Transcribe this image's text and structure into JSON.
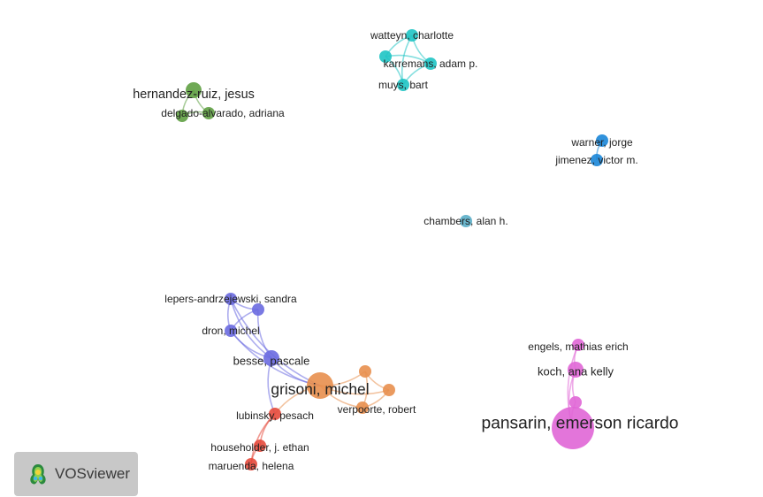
{
  "app": {
    "name": "VOSviewer"
  },
  "icons": {
    "logo": "vosviewer-logo-icon"
  },
  "clusters": {
    "green": "#5fa043",
    "cyan": "#1fc4c4",
    "blue": "#1a86d8",
    "teal": "#5aaec8",
    "purple": "#6a6ae0",
    "orange": "#e88f4e",
    "red": "#e64a3c",
    "pink": "#e066d6"
  },
  "nodes": [
    {
      "id": "hernandez",
      "label": "hernandez-ruiz, jesus",
      "cluster": "green",
      "weight": 3,
      "labelSize": 2
    },
    {
      "id": "delgado",
      "label": "delgado-alvarado, adriana",
      "cluster": "green",
      "weight": 2,
      "labelSize": 1
    },
    {
      "id": "green3",
      "label": "",
      "cluster": "green",
      "weight": 2,
      "labelSize": 0
    },
    {
      "id": "watteyn",
      "label": "watteyn, charlotte",
      "cluster": "cyan",
      "weight": 2,
      "labelSize": 1
    },
    {
      "id": "karremans",
      "label": "karremans, adam p.",
      "cluster": "cyan",
      "weight": 2,
      "labelSize": 1
    },
    {
      "id": "muys",
      "label": "muys, bart",
      "cluster": "cyan",
      "weight": 2,
      "labelSize": 1
    },
    {
      "id": "cyan4",
      "label": "",
      "cluster": "cyan",
      "weight": 2,
      "labelSize": 0
    },
    {
      "id": "warner",
      "label": "warner, jorge",
      "cluster": "blue",
      "weight": 2,
      "labelSize": 1
    },
    {
      "id": "jimenez",
      "label": "jimenez, victor m.",
      "cluster": "blue",
      "weight": 2,
      "labelSize": 1
    },
    {
      "id": "chambers",
      "label": "chambers, alan h.",
      "cluster": "teal",
      "weight": 2,
      "labelSize": 1
    },
    {
      "id": "lepers",
      "label": "lepers-andrzejewski, sandra",
      "cluster": "purple",
      "weight": 2,
      "labelSize": 1
    },
    {
      "id": "purple2",
      "label": "",
      "cluster": "purple",
      "weight": 2,
      "labelSize": 0
    },
    {
      "id": "dron",
      "label": "dron, michel",
      "cluster": "purple",
      "weight": 2,
      "labelSize": 1
    },
    {
      "id": "besse",
      "label": "besse, pascale",
      "cluster": "purple",
      "weight": 3,
      "labelSize": 1.4
    },
    {
      "id": "grisoni",
      "label": "grisoni, michel",
      "cluster": "orange",
      "weight": 5,
      "labelSize": 2.4
    },
    {
      "id": "verpoorte",
      "label": "verpoorte, robert",
      "cluster": "orange",
      "weight": 2,
      "labelSize": 1
    },
    {
      "id": "orange3",
      "label": "",
      "cluster": "orange",
      "weight": 2,
      "labelSize": 0
    },
    {
      "id": "orange4",
      "label": "",
      "cluster": "orange",
      "weight": 2,
      "labelSize": 0
    },
    {
      "id": "lubinsky",
      "label": "lubinsky, pesach",
      "cluster": "red",
      "weight": 2,
      "labelSize": 1
    },
    {
      "id": "householder",
      "label": "householder, j. ethan",
      "cluster": "red",
      "weight": 2,
      "labelSize": 1
    },
    {
      "id": "maruenda",
      "label": "maruenda, helena",
      "cluster": "red",
      "weight": 2,
      "labelSize": 1
    },
    {
      "id": "engels",
      "label": "engels, mathias erich",
      "cluster": "pink",
      "weight": 2,
      "labelSize": 1
    },
    {
      "id": "koch",
      "label": "koch, ana kelly",
      "cluster": "pink",
      "weight": 3,
      "labelSize": 1.3
    },
    {
      "id": "pink3",
      "label": "",
      "cluster": "pink",
      "weight": 2,
      "labelSize": 0
    },
    {
      "id": "pansarin",
      "label": "pansarin, emerson ricardo",
      "cluster": "pink",
      "weight": 8,
      "labelSize": 2.8
    }
  ],
  "links": [
    [
      "hernandez",
      "delgado"
    ],
    [
      "hernandez",
      "green3"
    ],
    [
      "delgado",
      "green3"
    ],
    [
      "watteyn",
      "karremans"
    ],
    [
      "watteyn",
      "muys"
    ],
    [
      "watteyn",
      "cyan4"
    ],
    [
      "karremans",
      "muys"
    ],
    [
      "karremans",
      "cyan4"
    ],
    [
      "muys",
      "cyan4"
    ],
    [
      "warner",
      "jimenez"
    ],
    [
      "lepers",
      "purple2"
    ],
    [
      "lepers",
      "dron"
    ],
    [
      "lepers",
      "besse"
    ],
    [
      "purple2",
      "dron"
    ],
    [
      "purple2",
      "besse"
    ],
    [
      "dron",
      "besse"
    ],
    [
      "besse",
      "grisoni"
    ],
    [
      "lepers",
      "grisoni"
    ],
    [
      "dron",
      "grisoni"
    ],
    [
      "grisoni",
      "verpoorte"
    ],
    [
      "grisoni",
      "orange3"
    ],
    [
      "grisoni",
      "orange4"
    ],
    [
      "verpoorte",
      "orange3"
    ],
    [
      "verpoorte",
      "orange4"
    ],
    [
      "orange3",
      "orange4"
    ],
    [
      "grisoni",
      "lubinsky"
    ],
    [
      "besse",
      "lubinsky"
    ],
    [
      "lubinsky",
      "householder"
    ],
    [
      "householder",
      "maruenda"
    ],
    [
      "lubinsky",
      "maruenda"
    ],
    [
      "engels",
      "koch"
    ],
    [
      "koch",
      "pink3"
    ],
    [
      "pink3",
      "pansarin"
    ],
    [
      "koch",
      "pansarin"
    ],
    [
      "engels",
      "pansarin"
    ]
  ]
}
